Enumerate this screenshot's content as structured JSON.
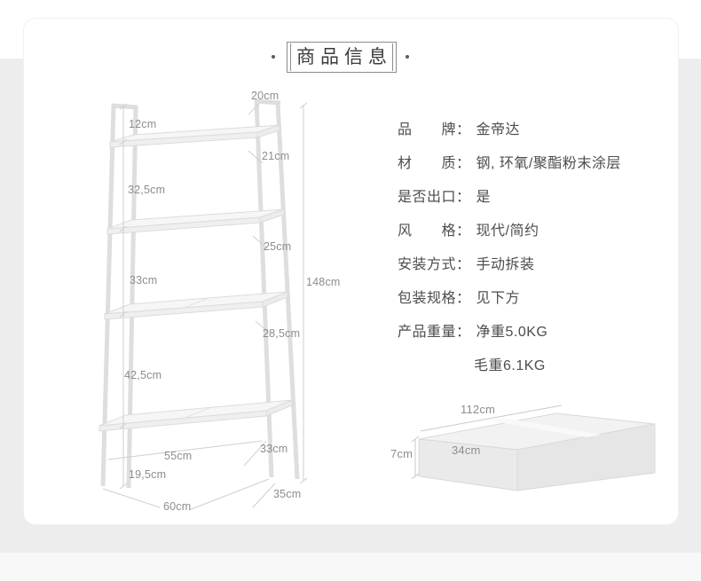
{
  "section": {
    "title": "商品信息"
  },
  "specs": {
    "rows": [
      {
        "label": "品　　牌：",
        "value": "金帝达"
      },
      {
        "label": "材　　质：",
        "value": "钢, 环氧/聚酯粉末涂层"
      },
      {
        "label": "是否出口：",
        "value": "是"
      },
      {
        "label": "风　　格：",
        "value": "现代/简约"
      },
      {
        "label": "安装方式：",
        "value": "手动拆装"
      },
      {
        "label": "包装规格：",
        "value": "见下方"
      },
      {
        "label": "产品重量：",
        "value": "净重5.0KG"
      },
      {
        "label": "",
        "value": "毛重6.1KG"
      }
    ]
  },
  "shelf_diagram": {
    "labels": {
      "top_depth": "20cm",
      "gap_top": "12cm",
      "shelf1_depth": "21cm",
      "gap1": "32,5cm",
      "shelf2_depth": "25cm",
      "gap2": "33cm",
      "total_height": "148cm",
      "shelf3_depth": "28,5cm",
      "gap3": "42,5cm",
      "shelf4_depth": "33cm",
      "shelf_width": "55cm",
      "gap_bottom": "19,5cm",
      "bottom_depth": "35cm",
      "overall_width": "60cm"
    }
  },
  "package_diagram": {
    "labels": {
      "length": "112cm",
      "height": "7cm",
      "width": "34cm"
    }
  },
  "colors": {
    "page_gray": "#ededed",
    "card_white": "#ffffff",
    "spec_text": "#4d4d4d",
    "dim_text": "#8d8d8d",
    "wireframe_line": "#dedede",
    "dimension_line": "#cfcfcf",
    "title_text": "#3a3a3a"
  }
}
